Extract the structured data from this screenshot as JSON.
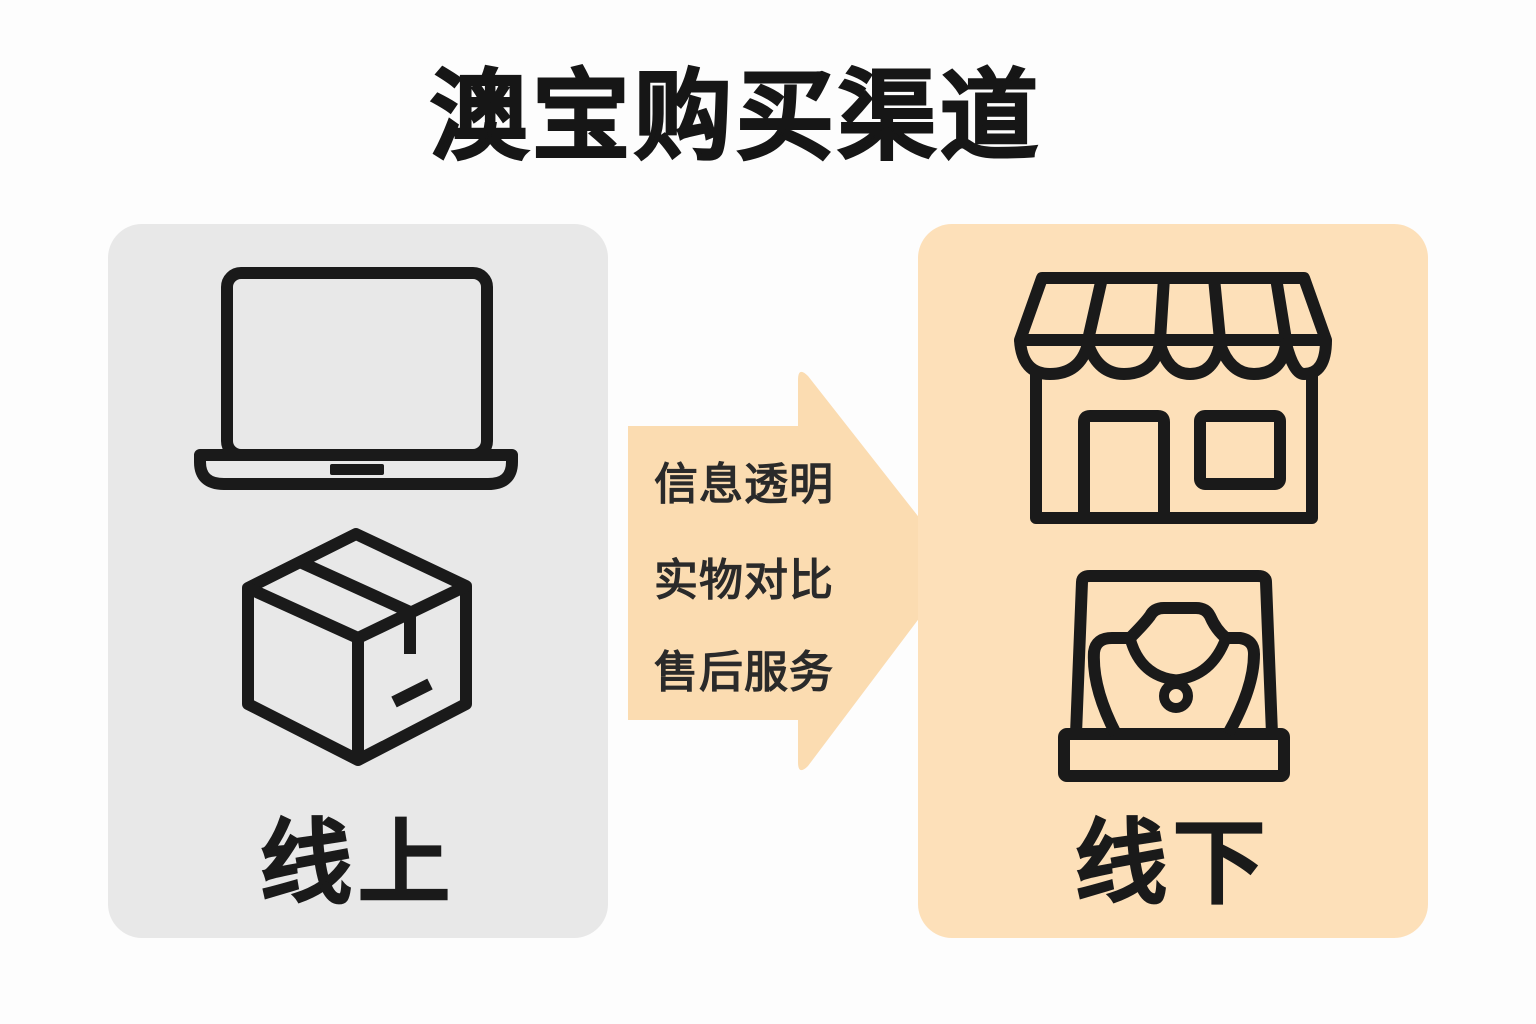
{
  "title": "澳宝购买渠道",
  "colors": {
    "background": "#fdfdfd",
    "online_panel": "#e8e8e8",
    "offline_panel": "#fde0b9",
    "arrow": "#fbdcb1",
    "ink": "#1a1a1a"
  },
  "online": {
    "label": "线上",
    "icons": [
      "laptop-icon",
      "package-box-icon"
    ]
  },
  "offline": {
    "label": "线下",
    "icons": [
      "storefront-icon",
      "jewelry-display-icon"
    ]
  },
  "arrow": {
    "direction": "right",
    "items": [
      {
        "label": "信息透明"
      },
      {
        "label": "实物对比"
      },
      {
        "label": "售后服务"
      }
    ]
  }
}
